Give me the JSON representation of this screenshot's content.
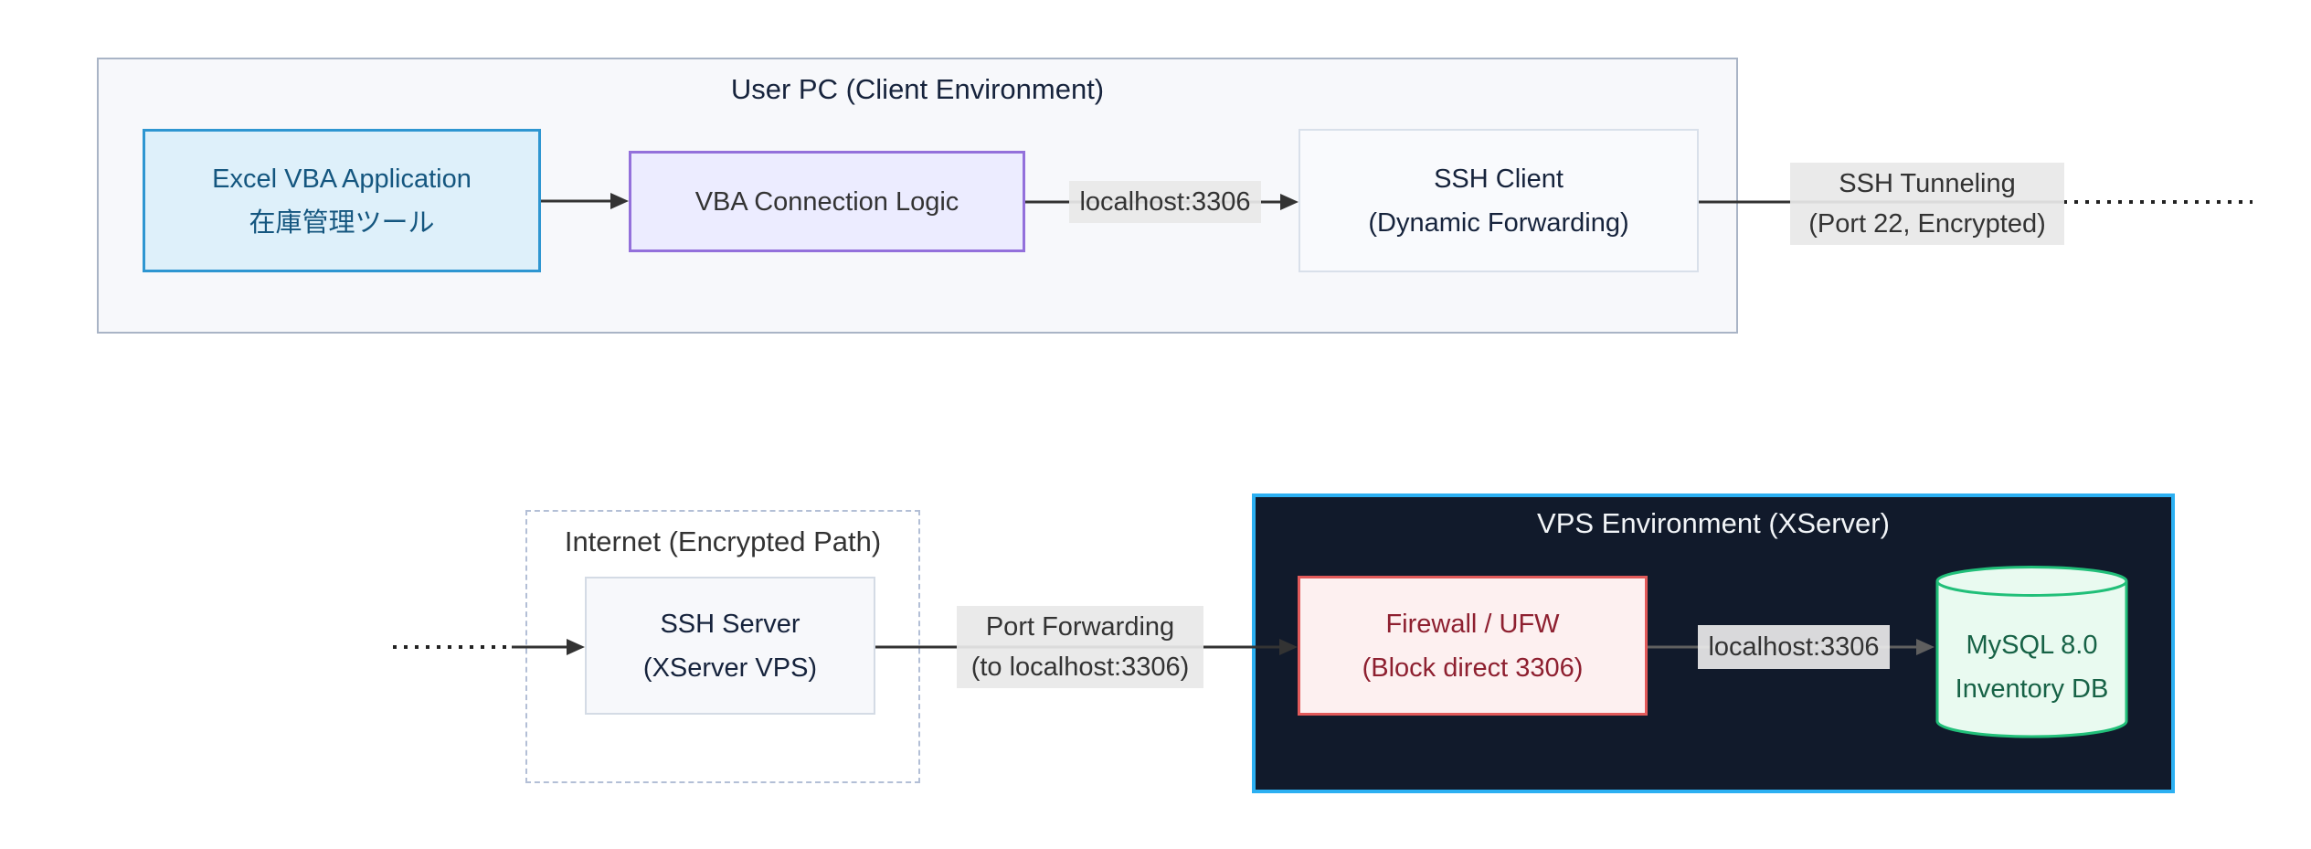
{
  "user_pc": {
    "title": "User PC (Client Environment)",
    "excel": {
      "line1": "Excel VBA Application",
      "line2": "在庫管理ツール"
    },
    "vba": {
      "label": "VBA Connection Logic"
    },
    "ssh_client": {
      "line1": "SSH Client",
      "line2": "(Dynamic Forwarding)"
    }
  },
  "edges": {
    "localhost_label_1": "localhost:3306",
    "ssh_tunneling": {
      "line1": "SSH Tunneling",
      "line2": "(Port 22, Encrypted)"
    },
    "port_forwarding": {
      "line1": "Port Forwarding",
      "line2": "(to localhost:3306)"
    },
    "localhost_label_2": "localhost:3306"
  },
  "internet": {
    "title": "Internet (Encrypted Path)",
    "ssh_server": {
      "line1": "SSH Server",
      "line2": "(XServer VPS)"
    }
  },
  "vps": {
    "title": "VPS Environment (XServer)",
    "firewall": {
      "line1": "Firewall / UFW",
      "line2": "(Block direct 3306)"
    },
    "mysql": {
      "line1": "MySQL 8.0",
      "line2": "Inventory DB"
    }
  },
  "colors": {
    "edge": "#333333",
    "edge_in_vps": "#5f5f5f",
    "edge_label_bg": "#e8e8e8",
    "user_pc_fill": "#f7f8fb",
    "user_pc_border": "#a9b4c6",
    "user_pc_title_text": "#16233c",
    "excel_fill": "#def0fa",
    "excel_border": "#2e96d1",
    "excel_text": "#14567f",
    "vba_fill": "#ececff",
    "vba_border": "#9370db",
    "ssh_client_fill": "#f9fafd",
    "ssh_client_border": "#d9e0ea",
    "internet_border": "#b3bfd6",
    "ssh_server_fill": "#f7f8fb",
    "ssh_server_border": "#d4dbe5",
    "vps_fill": "#111a2b",
    "vps_border": "#2cb0f2",
    "vps_title_text": "#f2f5f8",
    "firewall_fill": "#fdf0f0",
    "firewall_border": "#e25a5a",
    "firewall_text": "#8e2030",
    "mysql_fill": "#e9faf0",
    "mysql_border": "#21bf79",
    "mysql_text": "#176246"
  }
}
